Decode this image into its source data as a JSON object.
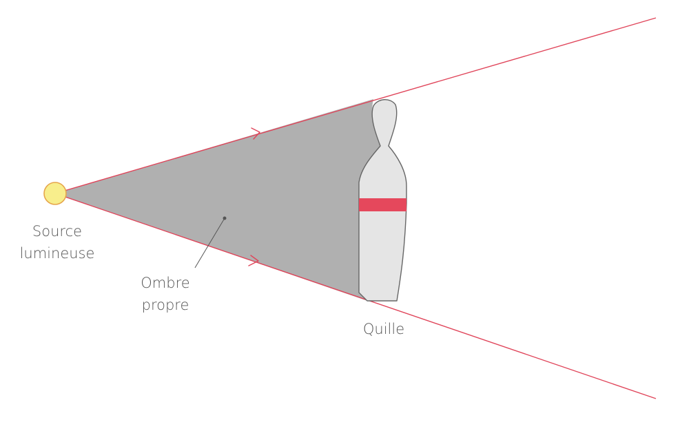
{
  "labels": {
    "source_line1": "Source",
    "source_line2": "lumineuse",
    "shadow_line1": "Ombre",
    "shadow_line2": "propre",
    "object": "Quille"
  },
  "colors": {
    "ray": "#e0455a",
    "shadow": "#b0b0b0",
    "source_fill": "#f8ee8c",
    "source_stroke": "#e6a54a",
    "pin_body": "#e5e5e5",
    "pin_stripe": "#e5485c",
    "pin_outline": "#666666",
    "leader": "#555555"
  }
}
